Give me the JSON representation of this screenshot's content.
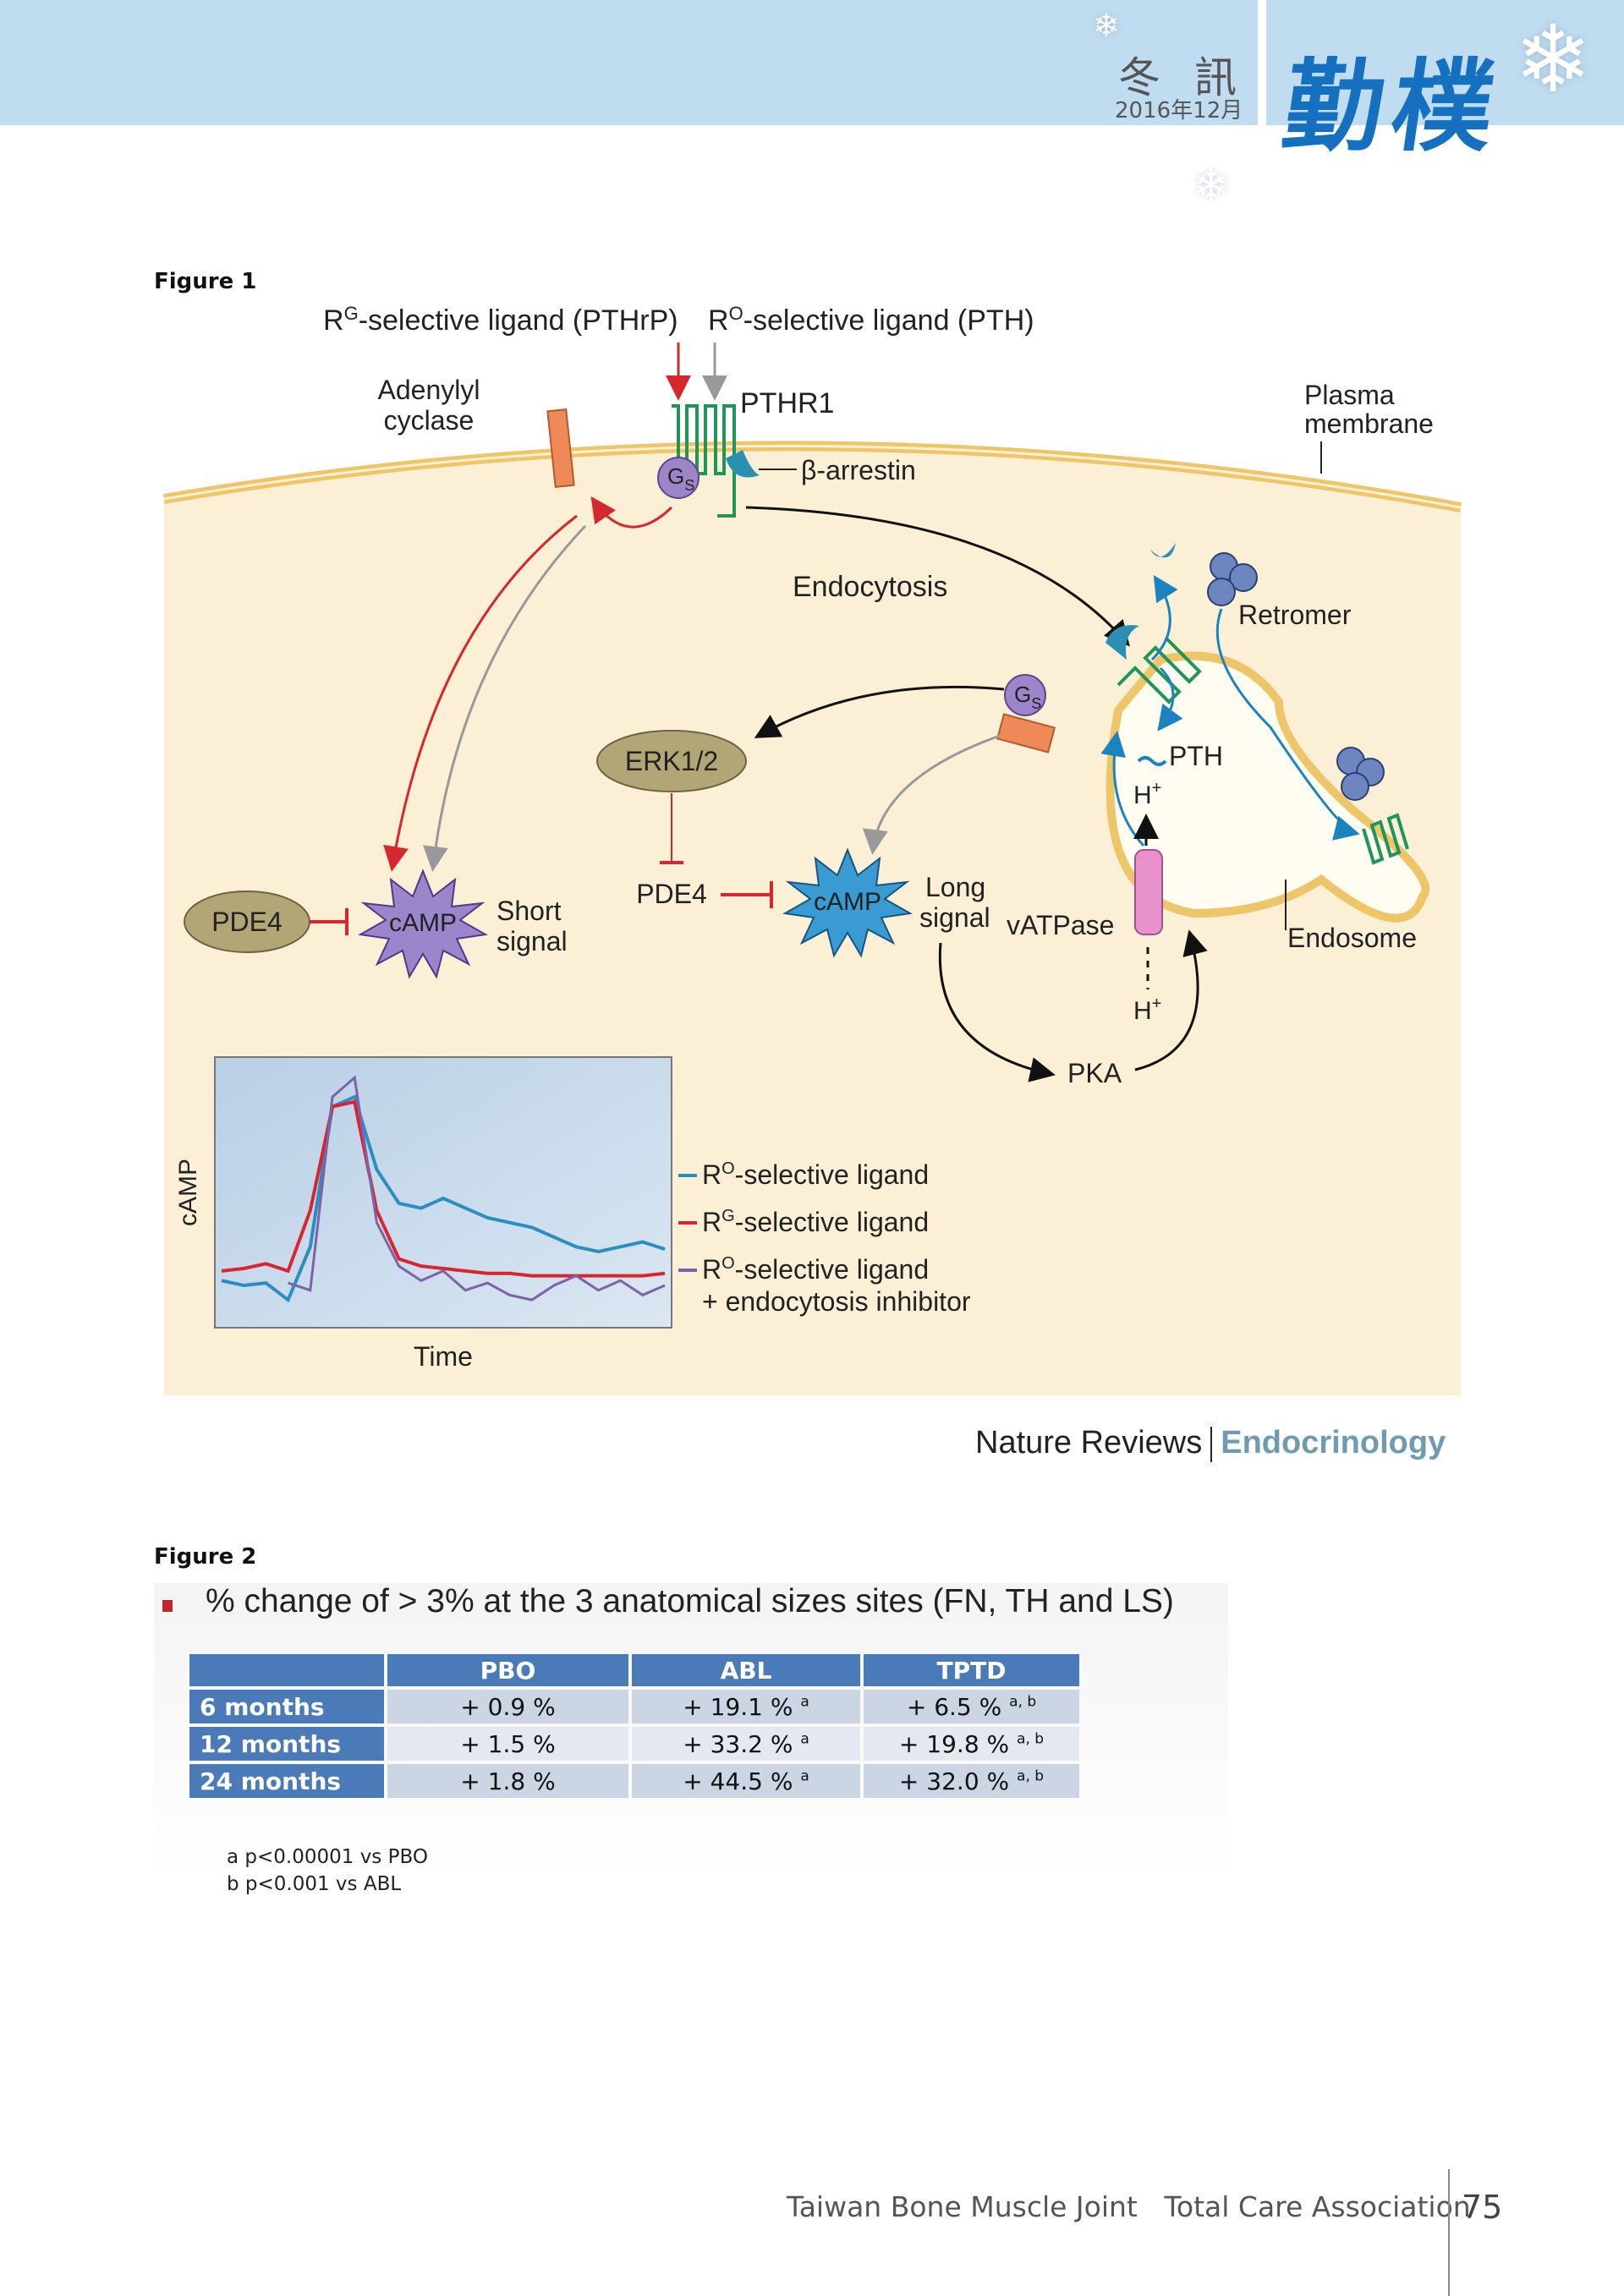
{
  "header": {
    "issue_season": "冬訊",
    "issue_date": "2016年12月",
    "brand": "勤樸",
    "band_color": "#c0dcf1",
    "brand_color": "#1570c0"
  },
  "figure1": {
    "label": "Figure 1",
    "ligand_rg": "R",
    "ligand_rg_sup": "G",
    "ligand_rg_rest": "-selective ligand (PTHrP)",
    "ligand_ro": "R",
    "ligand_ro_sup": "O",
    "ligand_ro_rest": "-selective ligand (PTH)",
    "adenylyl_cyclase_l1": "Adenylyl",
    "adenylyl_cyclase_l2": "cyclase",
    "receptor": "PTHR1",
    "plasma_membrane_l1": "Plasma",
    "plasma_membrane_l2": "membrane",
    "gs": "G",
    "gs_sub": "S",
    "beta_arrestin": "β-arrestin",
    "endocytosis": "Endocytosis",
    "retromer": "Retromer",
    "erk": "ERK1/2",
    "pde4_left": "PDE4",
    "pde4_mid": "PDE4",
    "camp_short": "cAMP",
    "short_signal_l1": "Short",
    "short_signal_l2": "signal",
    "camp_long": "cAMP",
    "long_signal_l1": "Long",
    "long_signal_l2": "signal",
    "pth": "PTH",
    "h_plus_top": "H",
    "h_plus_bottom": "H",
    "plus": "+",
    "vatpase": "vATPase",
    "endosome": "Endosome",
    "pka": "PKA",
    "credit_publisher": "Nature Reviews",
    "credit_journal": "Endocrinology"
  },
  "chart_data": {
    "type": "line",
    "title": "",
    "xlabel": "Time",
    "ylabel": "cAMP",
    "x_ticks": [],
    "y_ticks": [],
    "grid": false,
    "legend_placement": "right",
    "x": [
      0,
      1,
      2,
      3,
      4,
      5,
      6,
      7,
      8,
      9,
      10,
      11,
      12,
      13,
      14,
      15,
      16,
      17,
      18,
      19,
      20
    ],
    "series": [
      {
        "name": "R^O-selective ligand",
        "legend_main": "R",
        "legend_sup": "O",
        "legend_rest": "-selective ligand",
        "color": "#2a8fc0",
        "values": [
          0.16,
          0.14,
          0.15,
          0.08,
          0.3,
          0.88,
          0.92,
          0.62,
          0.48,
          0.46,
          0.5,
          0.46,
          0.42,
          0.4,
          0.38,
          0.34,
          0.3,
          0.28,
          0.3,
          0.32,
          0.29
        ]
      },
      {
        "name": "R^G-selective ligand",
        "legend_main": "R",
        "legend_sup": "G",
        "legend_rest": "-selective ligand",
        "color": "#d8262e",
        "values": [
          0.2,
          0.21,
          0.23,
          0.2,
          0.45,
          0.88,
          0.9,
          0.45,
          0.25,
          0.22,
          0.21,
          0.2,
          0.19,
          0.19,
          0.18,
          0.18,
          0.18,
          0.18,
          0.18,
          0.18,
          0.19
        ]
      },
      {
        "name": "R^O-selective ligand + endocytosis inhibitor",
        "legend_main": "R",
        "legend_sup": "O",
        "legend_rest": "-selective ligand",
        "legend_line2": "+ endocytosis inhibitor",
        "color": "#7d62a8",
        "values": [
          null,
          null,
          null,
          0.15,
          0.12,
          0.92,
          1.0,
          0.4,
          0.22,
          0.16,
          0.2,
          0.12,
          0.15,
          0.1,
          0.08,
          0.14,
          0.18,
          0.12,
          0.16,
          0.1,
          0.14
        ]
      }
    ],
    "ylim": [
      0,
      1.05
    ]
  },
  "figure2": {
    "label": "Figure 2",
    "title": "% change of > 3% at the 3 anatomical sizes sites (FN, TH and LS)",
    "columns": [
      "",
      "PBO",
      "ABL",
      "TPTD"
    ],
    "rows": [
      {
        "label": "6 months",
        "pbo": "+ 0.9 %",
        "abl": "+ 19.1 %",
        "abl_sup": "a",
        "tptd": "+ 6.5 %",
        "tptd_sup": "a, b"
      },
      {
        "label": "12 months",
        "pbo": "+ 1.5 %",
        "abl": "+ 33.2 %",
        "abl_sup": "a",
        "tptd": "+ 19.8 %",
        "tptd_sup": "a, b"
      },
      {
        "label": "24 months",
        "pbo": "+ 1.8 %",
        "abl": "+ 44.5 %",
        "abl_sup": "a",
        "tptd": "+ 32.0 %",
        "tptd_sup": "a, b"
      }
    ],
    "footnotes": [
      "a p<0.00001 vs PBO",
      "b p<0.001 vs ABL"
    ],
    "header_color": "#4a7ab8"
  },
  "footer": {
    "association": "Taiwan Bone Muscle Joint   Total Care Association",
    "page_number": "75"
  }
}
